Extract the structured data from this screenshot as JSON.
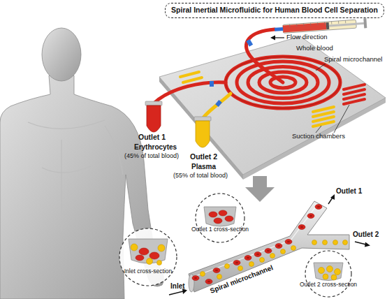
{
  "diagram": {
    "title": "Spiral Inertial Microfluidic for Human Blood Cell Separation",
    "nodes": [
      {
        "text": [
          "Inlet cross-section"
        ]
      },
      {
        "text": [
          "Outlet 1 cross-section"
        ]
      },
      {
        "text": [
          "Outlet 2 cross-section"
        ]
      }
    ],
    "labels": [
      "Flow direction",
      "Whole blood",
      "Spiral microchannel",
      "Suction chambers",
      "Outlet 1",
      "Erythrocytes",
      "(45% of total blood)",
      "Outlet 2",
      "Plasma",
      "(55% of total blood)",
      "Inlet",
      "Spiral microchannel",
      "Outlet 1",
      "Outlet 2"
    ]
  }
}
